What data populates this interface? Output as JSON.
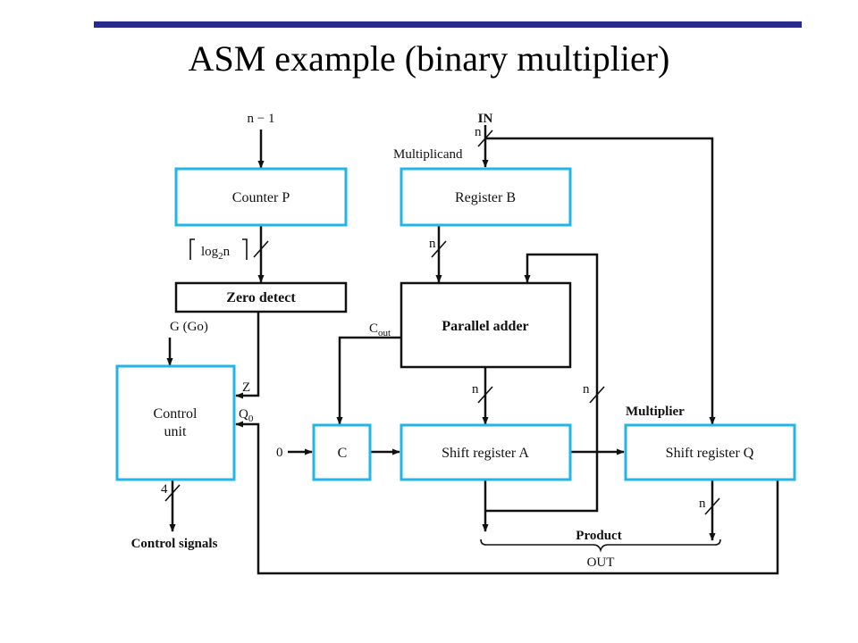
{
  "title": "ASM example (binary multiplier)",
  "colors": {
    "title_bar": "#2a2a8c",
    "block_border_cyan": "#22b5e8",
    "line": "#111111"
  },
  "diagram": {
    "blocks": {
      "counter_p": "Counter P",
      "register_b": "Register B",
      "zero_detect": "Zero detect",
      "parallel_adder": "Parallel adder",
      "control_unit_line1": "Control",
      "control_unit_line2": "unit",
      "c_flip_flop": "C",
      "shift_register_a": "Shift register A",
      "shift_register_q": "Shift register Q"
    },
    "labels": {
      "n_minus_1": "n − 1",
      "in": "IN",
      "n_in": "n",
      "multiplicand": "Multiplicand",
      "log2n": "log",
      "log2n_sub": "2",
      "log2n_n": "n",
      "n_b_out": "n",
      "g_go": "G (Go)",
      "c_out": "C",
      "c_out_sub": "out",
      "z": "Z",
      "q0": "Q",
      "q0_sub": "0",
      "n_sum": "n",
      "n_feedback": "n",
      "multiplier": "Multiplier",
      "zero_input": "0",
      "four": "4",
      "control_signals": "Control signals",
      "n_q_out": "n",
      "product": "Product",
      "out": "OUT"
    }
  }
}
